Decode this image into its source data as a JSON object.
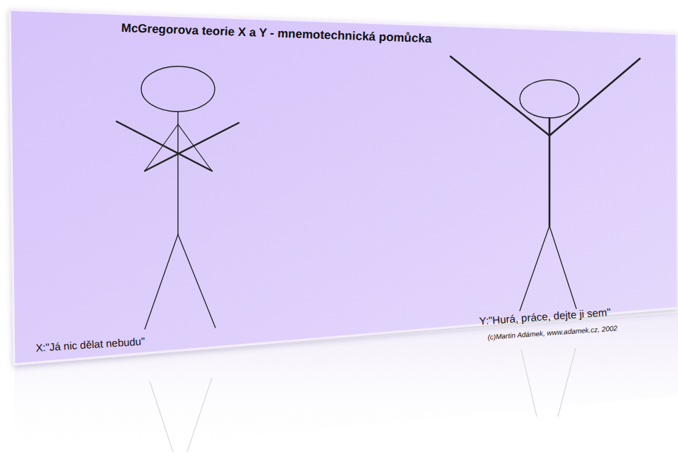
{
  "diagram": {
    "title": "McGregorova teorie X a Y - mnemotechnická pomůcka",
    "labels": [
      "X:\"Já nic dělat nebudu\"",
      "Y:\"Hurá, práce, dejte ji sem\"",
      "(c)Martin Adámek, www.adamek.cz, 2002"
    ]
  }
}
